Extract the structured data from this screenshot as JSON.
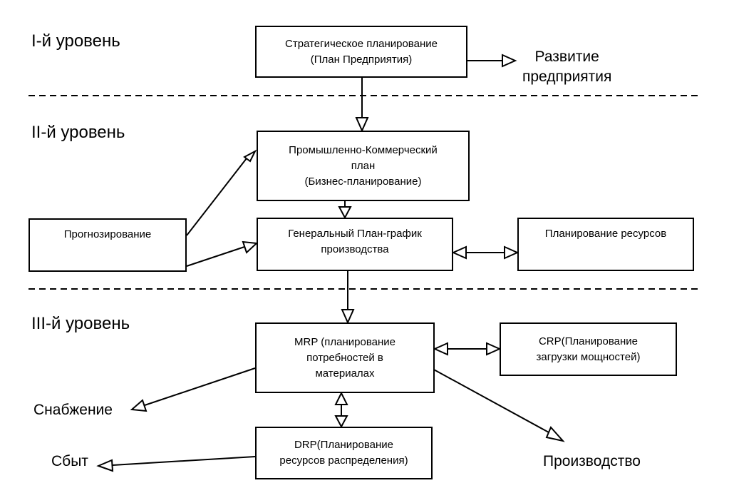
{
  "levels": {
    "level1": "I-й уровень",
    "level2": "II-й уровень",
    "level3": "III-й уровень"
  },
  "boxes": {
    "strategic": [
      "Стратегическое планирование",
      "(План Предприятия)"
    ],
    "industrial": [
      "Промышленно-Коммерческий",
      "план",
      "(Бизнес-планирование)"
    ],
    "forecasting": [
      "Прогнозирование"
    ],
    "master_schedule": [
      "Генеральный План-график",
      "производства"
    ],
    "resource_planning": [
      "Планирование ресурсов"
    ],
    "mrp": [
      "MRP (планирование",
      "потребностей в",
      "материалах"
    ],
    "crp": [
      "CRP(Планирование",
      "загрузки мощностей)"
    ],
    "drp": [
      "DRP(Планирование",
      "ресурсов распределения)"
    ]
  },
  "labels": {
    "development": [
      "Развитие",
      "предприятия"
    ],
    "supply": "Снабжение",
    "sales": "Сбыт",
    "production": "Производство"
  }
}
